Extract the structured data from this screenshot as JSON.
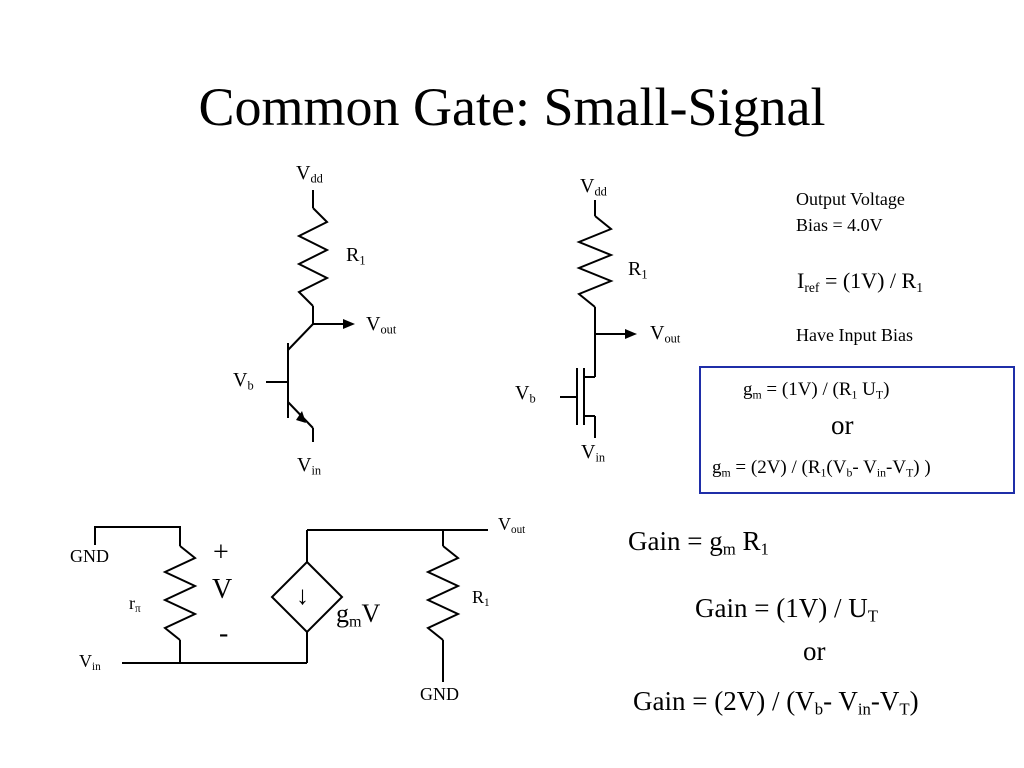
{
  "title": "Common Gate: Small-Signal",
  "bjt_circuit": {
    "vdd": {
      "main": "V",
      "sub": "dd"
    },
    "r1": {
      "main": "R",
      "sub": "1"
    },
    "vout": {
      "main": "V",
      "sub": "out"
    },
    "vb": {
      "main": "V",
      "sub": "b"
    },
    "vin": {
      "main": "V",
      "sub": "in"
    }
  },
  "mos_circuit": {
    "vdd": {
      "main": "V",
      "sub": "dd"
    },
    "r1": {
      "main": "R",
      "sub": "1"
    },
    "vout": {
      "main": "V",
      "sub": "out"
    },
    "vb": {
      "main": "V",
      "sub": "b"
    },
    "vin": {
      "main": "V",
      "sub": "in"
    }
  },
  "notes": {
    "bias_line1": "Output Voltage",
    "bias_line2": "Bias = 4.0V",
    "iref": {
      "p1": "I",
      "s1": "ref",
      "p2": " = (1V) / R",
      "s2": "1"
    },
    "input_bias": "Have Input Bias"
  },
  "gm_box": {
    "line1": {
      "p1": "g",
      "s1": "m",
      "p2": " = (1V) / (R",
      "s2": "1",
      "p3": " U",
      "s3": "T",
      "p4": ")"
    },
    "or": "or",
    "line2": {
      "p1": "g",
      "s1": "m",
      "p2": " = (2V) / (R",
      "s2": "1",
      "p3": "(V",
      "s3": "b",
      "p4": "- V",
      "s4": "in",
      "p5": "-V",
      "s5": "T",
      "p6": ") )"
    },
    "border_color": "#1f2ea8"
  },
  "small_signal": {
    "gnd_left": "GND",
    "r_pi": {
      "main": "r",
      "sub": "π"
    },
    "plus": "+",
    "v": "V",
    "minus": "-",
    "gmv": {
      "p1": "g",
      "s1": "m",
      "p2": "V"
    },
    "r1": {
      "main": "R",
      "sub": "1"
    },
    "vout": {
      "main": "V",
      "sub": "out"
    },
    "vin": {
      "main": "V",
      "sub": "in"
    },
    "gnd_bottom": "GND",
    "source_arrow": "↓"
  },
  "gain": {
    "line1": {
      "p1": "Gain = g",
      "s1": "m",
      "p2": " R",
      "s2": "1"
    },
    "line2": {
      "p1": "Gain = (1V) / U",
      "s1": "T"
    },
    "or": "or",
    "line3": {
      "p1": "Gain = (2V) / (V",
      "s1": "b",
      "p2": "- V",
      "s2": "in",
      "p3": "-V",
      "s3": "T",
      "p4": ")"
    }
  }
}
